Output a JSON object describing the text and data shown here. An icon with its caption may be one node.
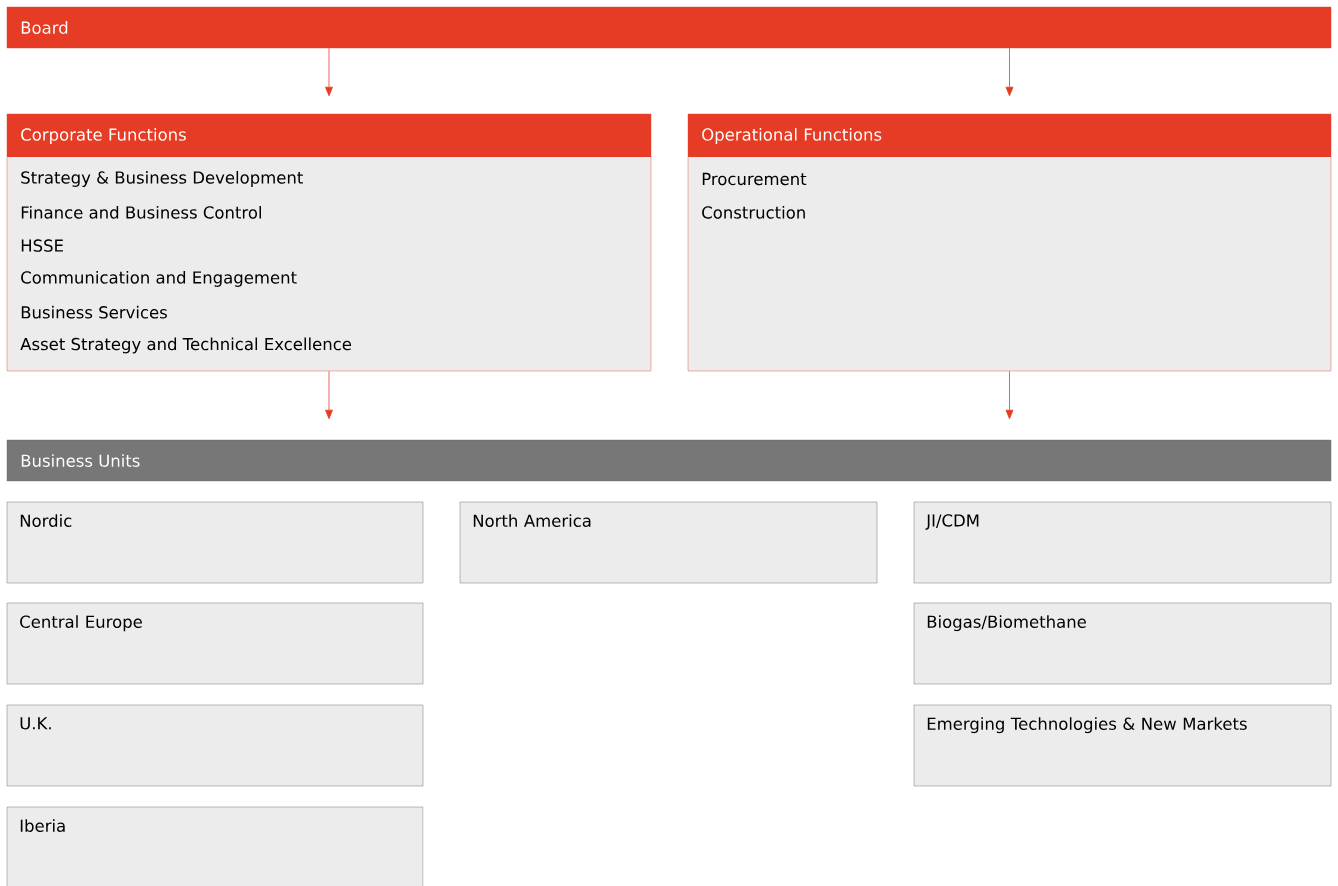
{
  "diagram": {
    "nodes": [
      {
        "text": [
          "Board"
        ]
      },
      {
        "text": [
          "Corporate Functions",
          "Strategy & Business Development",
          "Finance and Business Control",
          "HSSE",
          "Communication and Engagement",
          "Business Services",
          "Asset Strategy and Technical Excellence"
        ]
      },
      {
        "text": [
          "Operational Functions",
          "Procurement",
          "Construction"
        ]
      },
      {
        "text": [
          "Business Units"
        ]
      },
      {
        "text": [
          "Nordic"
        ]
      },
      {
        "text": [
          "North America"
        ]
      },
      {
        "text": [
          "JI/CDM"
        ]
      },
      {
        "text": [
          "Central Europe"
        ]
      },
      {
        "text": [
          "Biogas/Biomethane"
        ]
      },
      {
        "text": [
          "U.K."
        ]
      },
      {
        "text": [
          "Emerging Technologies & New Markets"
        ]
      },
      {
        "text": [
          "Iberia"
        ]
      }
    ],
    "edges": [
      {
        "from": 0,
        "to": 1,
        "arrow": "to"
      },
      {
        "from": 0,
        "to": 2,
        "arrow": "to"
      },
      {
        "from": 1,
        "to": 3,
        "arrow": "to"
      },
      {
        "from": 2,
        "to": 3,
        "arrow": "to"
      }
    ]
  }
}
